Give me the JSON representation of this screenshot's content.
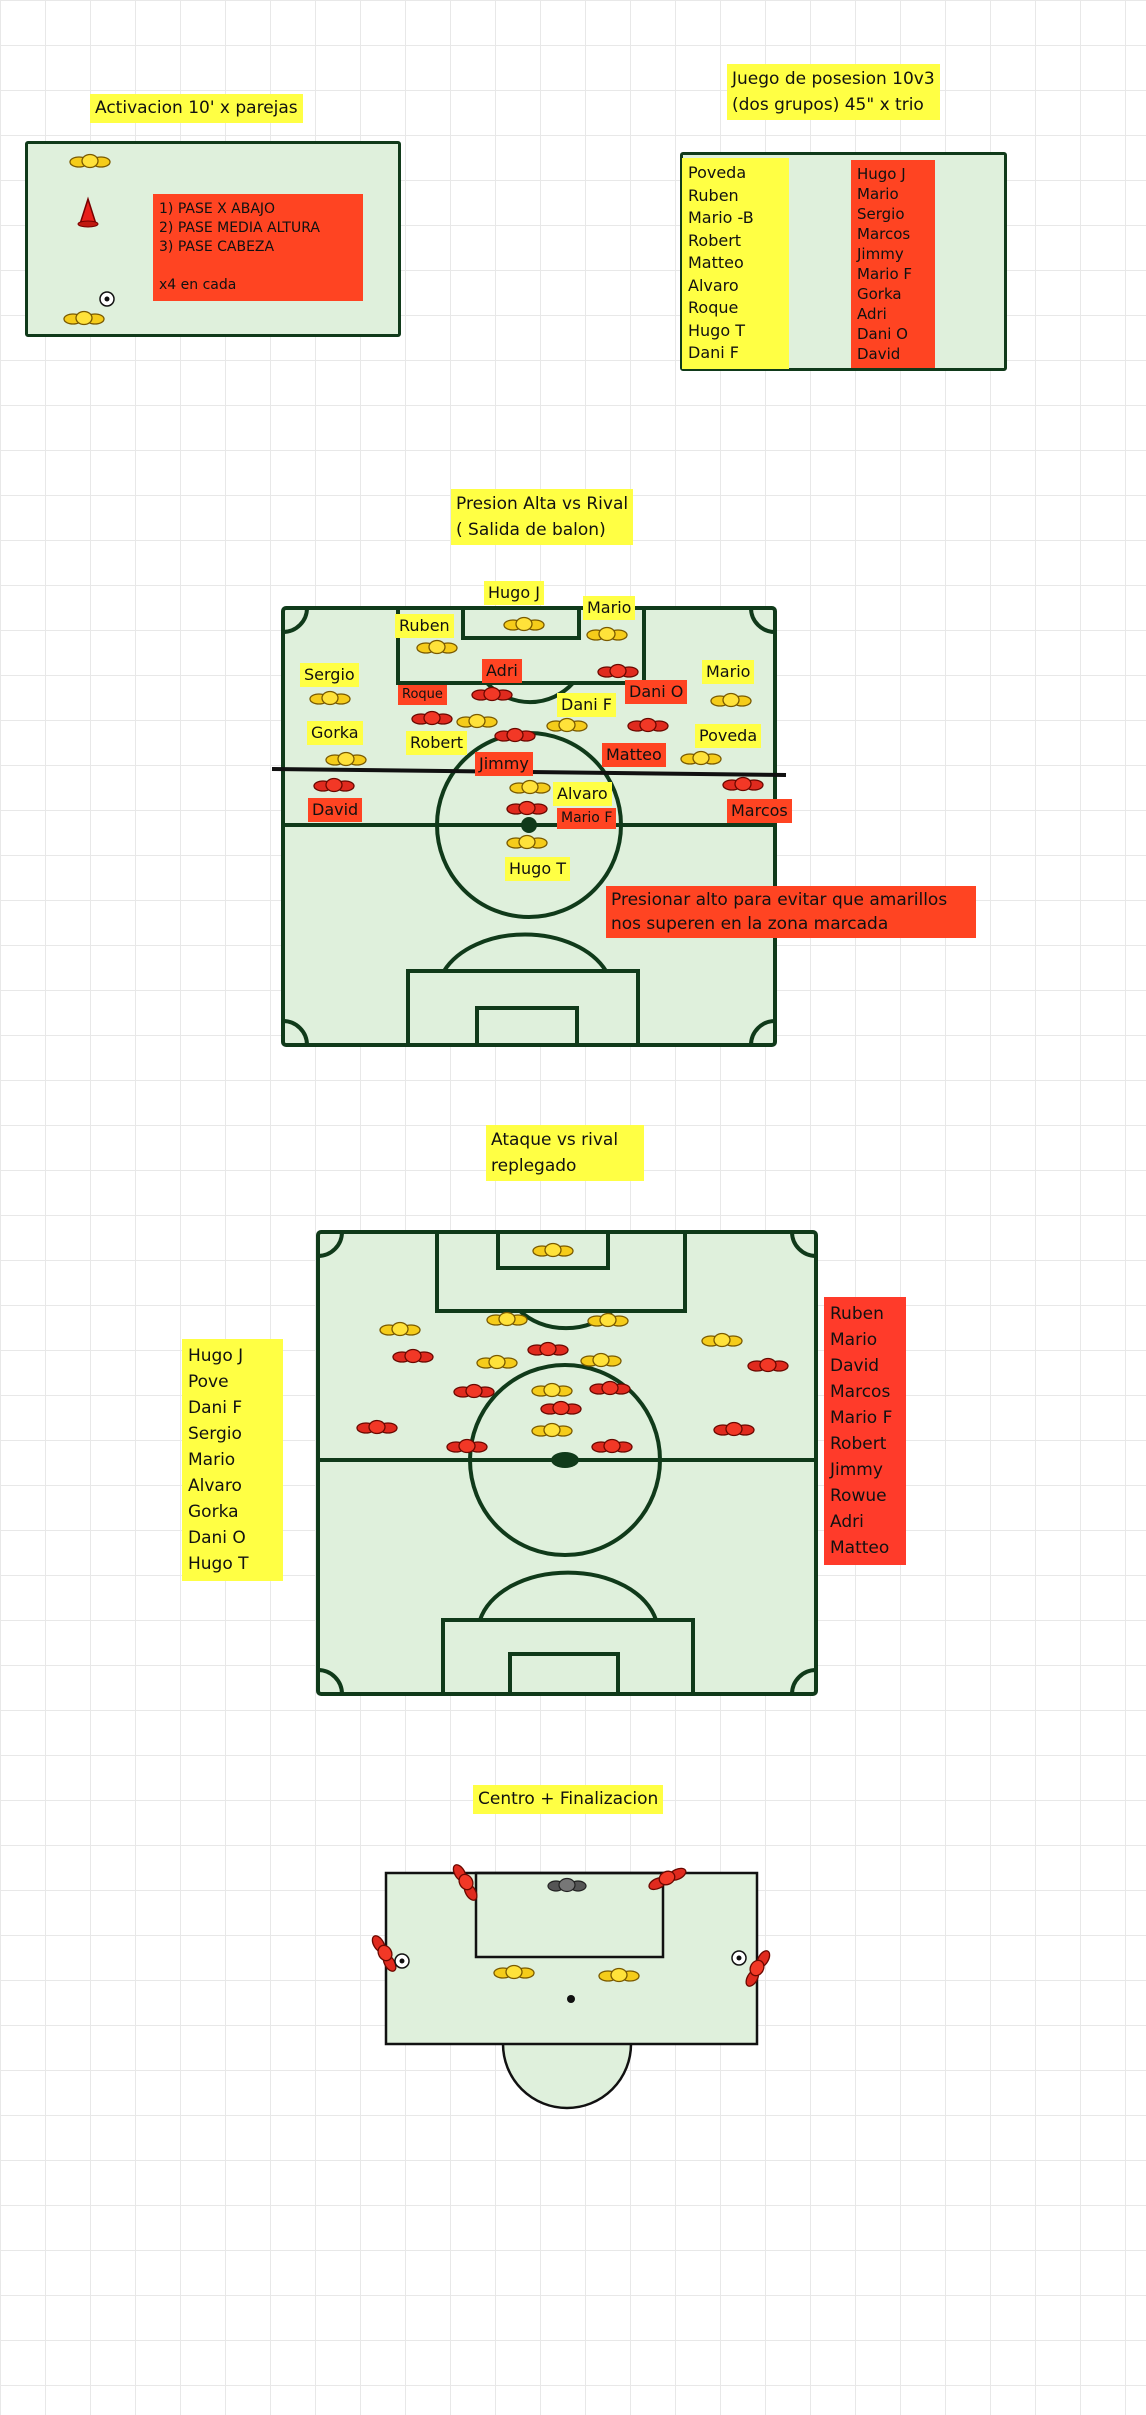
{
  "colors": {
    "yellow": "#ffff44",
    "red": "#ff4422",
    "field": "#dff0dc",
    "line": "#103a1a"
  },
  "activation": {
    "title": "Activacion 10' x parejas",
    "instructions": [
      "1) PASE X ABAJO",
      "2) PASE MEDIA ALTURA",
      "3) PASE CABEZA",
      "",
      "x4 en cada"
    ]
  },
  "possession": {
    "title_line1": "Juego de posesion 10v3",
    "title_line2": "(dos grupos) 45\" x trio",
    "yellow_list": [
      "Poveda",
      "Ruben",
      "Mario -B",
      "Robert",
      "Matteo",
      "Alvaro",
      "Roque",
      "Hugo T",
      "Dani F"
    ],
    "red_list": [
      "Hugo J",
      "Mario",
      "Sergio",
      "Marcos",
      "Jimmy",
      "Mario F",
      "Gorka",
      "Adri",
      "Dani O",
      "David"
    ]
  },
  "press": {
    "title_line1": "Presion Alta vs Rival",
    "title_line2": "( Salida de balon)",
    "labels": {
      "hugo_j": "Hugo J",
      "mario_top": "Mario",
      "ruben": "Ruben",
      "adri": "Adri",
      "sergio": "Sergio",
      "mario_right": "Mario",
      "roque": "Roque",
      "dani_o": "Dani O",
      "dani_f": "Dani F",
      "gorka": "Gorka",
      "poveda": "Poveda",
      "robert": "Robert",
      "matteo": "Matteo",
      "jimmy": "Jimmy",
      "alvaro": "Alvaro",
      "mario_f": "Mario F",
      "david": "David",
      "marcos": "Marcos",
      "hugo_t": "Hugo T"
    },
    "note_line1": "Presionar alto para evitar que amarillos",
    "note_line2": "nos superen en la zona marcada"
  },
  "attack": {
    "title_line1": "Ataque vs rival",
    "title_line2": "replegado",
    "yellow_list": [
      "Hugo J",
      "Pove",
      "Dani F",
      "Sergio",
      "Mario",
      "Alvaro",
      "Gorka",
      "Dani O",
      "Hugo T"
    ],
    "red_list": [
      "Ruben",
      "Mario",
      "David",
      "Marcos",
      "Mario F",
      "Robert",
      "Jimmy",
      "Rowue",
      "Adri",
      "Matteo"
    ]
  },
  "cross": {
    "title": "Centro + Finalizacion"
  },
  "icons": [
    "player-yellow-icon",
    "player-red-icon",
    "cone-icon",
    "ball-icon",
    "goalkeeper-icon"
  ]
}
